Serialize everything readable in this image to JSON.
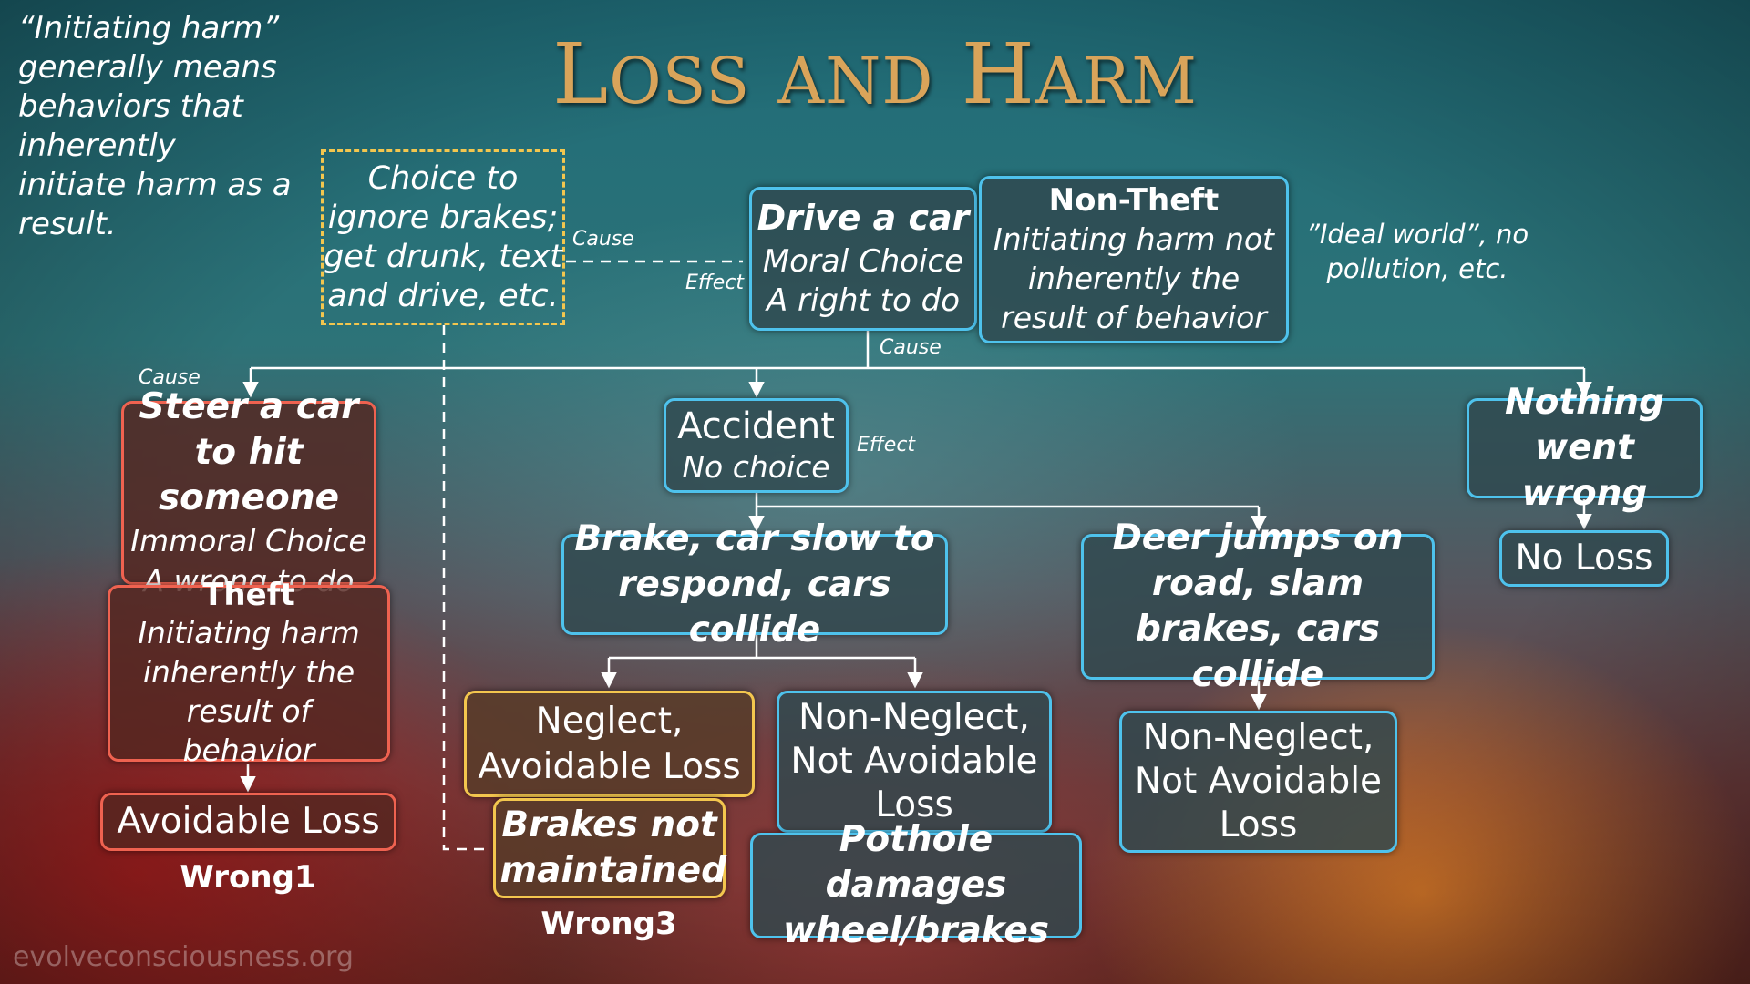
{
  "title": "Loss and Harm",
  "note": "“Initiating harm” generally means behaviors that inherently initiate harm as a result.",
  "ideal_note": "”Ideal world”, no pollution, etc.",
  "footer": "evolveconsciousness.org",
  "labels": {
    "cause": "Cause",
    "effect": "Effect"
  },
  "nodes": {
    "drive": {
      "head": "Drive a car",
      "line1": "Moral Choice",
      "line2": "A right to do"
    },
    "non_theft": {
      "head": "Non-Theft",
      "body": "Initiating harm not inherently the result of behavior"
    },
    "choice_ignore": {
      "body": "Choice to ignore brakes; get drunk, text and drive, etc."
    },
    "steer": {
      "head": "Steer a car to hit someone",
      "line1": "Immoral Choice",
      "line2": "A wrong to do"
    },
    "theft": {
      "head": "Theft",
      "body": "Initiating harm inherently the result of behavior"
    },
    "avoidable_loss": {
      "text": "Avoidable Loss"
    },
    "accident": {
      "head": "Accident",
      "line1": "No choice"
    },
    "brake": {
      "head": "Brake, car slow to respond, cars collide"
    },
    "deer": {
      "head": "Deer jumps on road, slam brakes, cars collide"
    },
    "nothing": {
      "head": "Nothing went wrong"
    },
    "no_loss": {
      "text": "No Loss"
    },
    "neglect": {
      "text": "Neglect, Avoidable Loss"
    },
    "brakes_not": {
      "head": "Brakes not maintained"
    },
    "non_neglect_1": {
      "text": "Non-Neglect, Not Avoidable Loss"
    },
    "pothole": {
      "head": "Pothole damages wheel/brakes"
    },
    "non_neglect_2": {
      "text": "Non-Neglect, Not Avoidable Loss"
    }
  },
  "wrong1": "Wrong1",
  "wrong3": "Wrong3",
  "colors": {
    "blue": "#4ec2ec",
    "red": "#ef6250",
    "yellow": "#f3c64e",
    "title": "#d9a45a"
  }
}
